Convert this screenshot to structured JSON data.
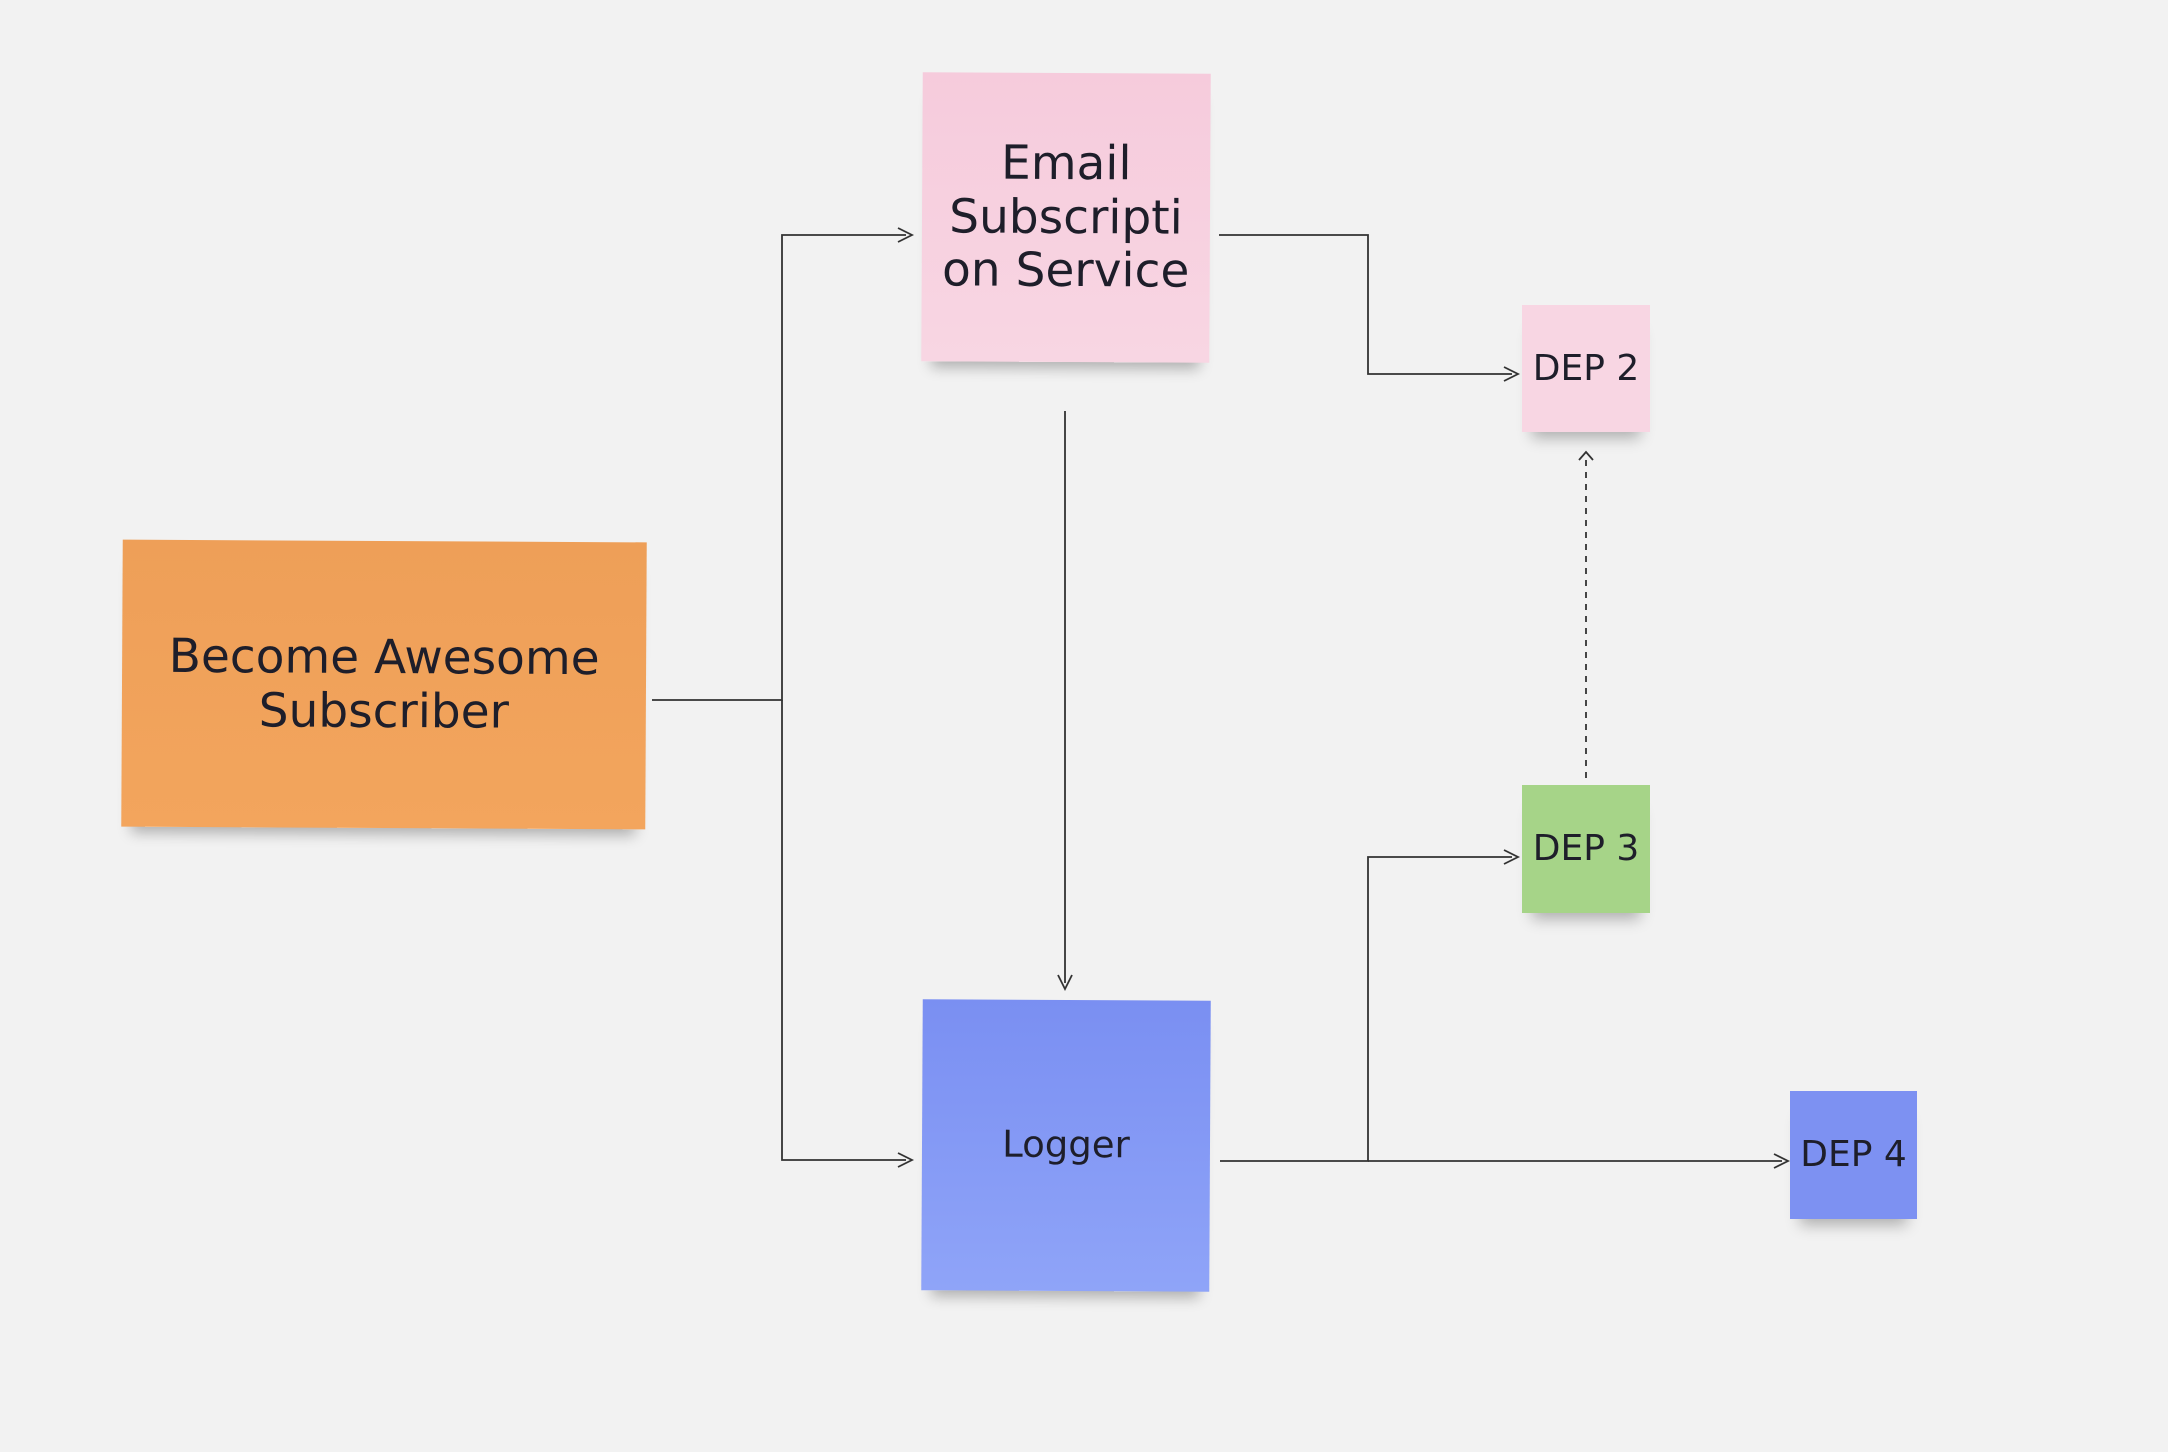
{
  "board": {
    "notes": {
      "subscriber": {
        "label": "Become Awesome\nSubscriber",
        "color": "#f3a35b"
      },
      "email": {
        "label": "Email\nSubscripti\non Service",
        "color": "#f8d3e1"
      },
      "logger": {
        "label": "Logger",
        "color": "#8398f5"
      },
      "dep2": {
        "label": "DEP 2",
        "color": "#f8d6e3"
      },
      "dep3": {
        "label": "DEP 3",
        "color": "#a6d488"
      },
      "dep4": {
        "label": "DEP 4",
        "color": "#7d91f2"
      }
    },
    "connectors": [
      {
        "from": "Become Awesome Subscriber",
        "to": "Email Subscription Service",
        "style": "solid"
      },
      {
        "from": "Become Awesome Subscriber",
        "to": "Logger",
        "style": "solid"
      },
      {
        "from": "Email Subscription Service",
        "to": "DEP 2",
        "style": "solid"
      },
      {
        "from": "Email Subscription Service",
        "to": "Logger",
        "style": "solid"
      },
      {
        "from": "DEP 3",
        "to": "DEP 2",
        "style": "dashed"
      },
      {
        "from": "Logger",
        "to": "DEP 3",
        "style": "solid"
      },
      {
        "from": "Logger",
        "to": "DEP 4",
        "style": "solid"
      }
    ],
    "connector_color": "#333333",
    "background_color": "#f2f2f2"
  }
}
